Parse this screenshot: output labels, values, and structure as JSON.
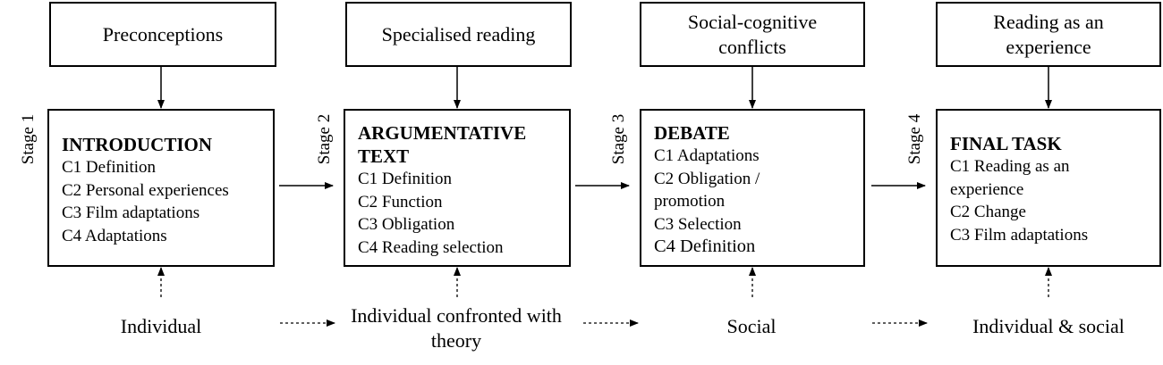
{
  "stages": [
    {
      "stage_label": "Stage 1",
      "influence": "Preconceptions",
      "title": "INTRODUCTION",
      "title_line2": "",
      "items": [
        "C1 Definition",
        "C2 Personal experiences",
        "C3 Film adaptations",
        "C4 Adaptations"
      ],
      "mode": "Individual"
    },
    {
      "stage_label": "Stage 2",
      "influence": "Specialised reading",
      "title": "ARGUMENTATIVE",
      "title_line2": "TEXT",
      "items": [
        "C1 Definition",
        "C2 Function",
        "C3 Obligation",
        "C4 Reading selection"
      ],
      "mode": "Individual confronted with theory"
    },
    {
      "stage_label": "Stage 3",
      "influence": "Social-cognitive conflicts",
      "title": "DEBATE",
      "title_line2": "",
      "items": [
        "C1 Adaptations",
        "C2 Obligation /",
        "promotion",
        "C3 Selection",
        "C4 Definition"
      ],
      "mode": "Social"
    },
    {
      "stage_label": "Stage 4",
      "influence": "Reading as an experience",
      "title": "FINAL TASK",
      "title_line2": "",
      "items": [
        "C1 Reading as an",
        "experience",
        "C2 Change",
        "C3 Film adaptations"
      ],
      "mode": "Individual & social"
    }
  ]
}
